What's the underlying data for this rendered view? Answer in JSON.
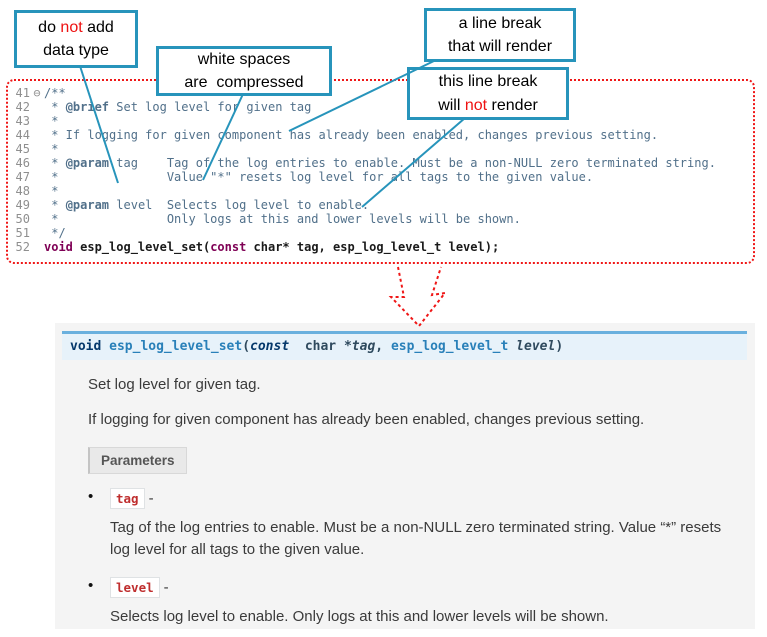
{
  "colors": {
    "callout_border": "#2794bb",
    "connector_teal": "#2794bb",
    "code_border_red": "#ef1717",
    "arrow_red": "#ef1717",
    "highlight_red": "#ee1111",
    "signature_bg": "#e7f2fa",
    "signature_border": "#6ab0de",
    "panel_bg": "#f4f4f4",
    "literal_red": "#bf2e2e",
    "keyword_purple": "#7f0055",
    "comment_blue": "#51708a"
  },
  "callouts": [
    {
      "name": "no-datatype",
      "lines": [
        [
          {
            "t": "do "
          },
          {
            "t": "not",
            "c": "red"
          },
          {
            "t": " add"
          }
        ],
        [
          {
            "t": "data type"
          }
        ]
      ]
    },
    {
      "name": "whitespace-compressed",
      "lines": [
        [
          {
            "t": "white spaces"
          }
        ],
        [
          {
            "t": "are  compressed"
          }
        ]
      ]
    },
    {
      "name": "line-break-renders",
      "lines": [
        [
          {
            "t": "a line break"
          }
        ],
        [
          {
            "t": "that will render"
          }
        ]
      ]
    },
    {
      "name": "line-break-not-render",
      "lines": [
        [
          {
            "t": "this line break"
          }
        ],
        [
          {
            "t": "will "
          },
          {
            "t": "not",
            "c": "red"
          },
          {
            "t": " render"
          }
        ]
      ]
    }
  ],
  "code": {
    "lines": [
      {
        "num": "41",
        "fold": "⊖",
        "parts": [
          {
            "t": "/**",
            "c": "cm"
          }
        ]
      },
      {
        "num": "42",
        "fold": "",
        "parts": [
          {
            "t": " * ",
            "c": "cm"
          },
          {
            "t": "@brief",
            "c": "cmt"
          },
          {
            "t": " Set log level for given tag",
            "c": "cm"
          }
        ]
      },
      {
        "num": "43",
        "fold": "",
        "parts": [
          {
            "t": " *",
            "c": "cm"
          }
        ]
      },
      {
        "num": "44",
        "fold": "",
        "parts": [
          {
            "t": " * If logging for given component has already been enabled, changes previous setting.",
            "c": "cm"
          }
        ]
      },
      {
        "num": "45",
        "fold": "",
        "parts": [
          {
            "t": " *",
            "c": "cm"
          }
        ]
      },
      {
        "num": "46",
        "fold": "",
        "parts": [
          {
            "t": " * ",
            "c": "cm"
          },
          {
            "t": "@param",
            "c": "cmt"
          },
          {
            "t": " tag    Tag of the log entries to enable. Must be a non-NULL zero terminated string.",
            "c": "cm"
          }
        ]
      },
      {
        "num": "47",
        "fold": "",
        "parts": [
          {
            "t": " *               Value \"*\" resets log level for all tags to the given value.",
            "c": "cm"
          }
        ]
      },
      {
        "num": "48",
        "fold": "",
        "parts": [
          {
            "t": " *",
            "c": "cm"
          }
        ]
      },
      {
        "num": "49",
        "fold": "",
        "parts": [
          {
            "t": " * ",
            "c": "cm"
          },
          {
            "t": "@param",
            "c": "cmt"
          },
          {
            "t": " level  Selects log level to enable.",
            "c": "cm"
          }
        ]
      },
      {
        "num": "50",
        "fold": "",
        "parts": [
          {
            "t": " *               Only logs at this and lower levels will be shown.",
            "c": "cm"
          }
        ]
      },
      {
        "num": "51",
        "fold": "",
        "parts": [
          {
            "t": " */",
            "c": "cm"
          }
        ]
      },
      {
        "num": "52",
        "fold": "",
        "parts": [
          {
            "t": "void",
            "c": "kw"
          },
          {
            "t": " esp_log_level_set(",
            "c": "pl"
          },
          {
            "t": "const",
            "c": "kw"
          },
          {
            "t": " char* tag, esp_log_level_t level);",
            "c": "pl"
          }
        ]
      }
    ]
  },
  "docs": {
    "signature": [
      {
        "t": "void",
        "c": "skw"
      },
      {
        "t": " ",
        "c": "spl"
      },
      {
        "t": "esp_log_level_set",
        "c": "sname"
      },
      {
        "t": "(",
        "c": "spl"
      },
      {
        "t": "const",
        "c": "skwit"
      },
      {
        "t": "  char *",
        "c": "spl"
      },
      {
        "t": "tag",
        "c": "sparam"
      },
      {
        "t": ", ",
        "c": "spl"
      },
      {
        "t": "esp_log_level_t ",
        "c": "stype"
      },
      {
        "t": "level",
        "c": "sparam"
      },
      {
        "t": ")",
        "c": "spl"
      }
    ],
    "paragraphs": [
      "Set log level for given tag.",
      "If logging for given component has already been enabled, changes previous setting."
    ],
    "parameters_label": "Parameters",
    "parameters": [
      {
        "name": "tag",
        "sep": "-",
        "desc": "Tag of the log entries to enable. Must be a non-NULL zero terminated string. Value “*” resets log level for all tags to the given value."
      },
      {
        "name": "level",
        "sep": "-",
        "desc": "Selects log level to enable. Only logs at this and lower levels will be shown."
      }
    ]
  }
}
